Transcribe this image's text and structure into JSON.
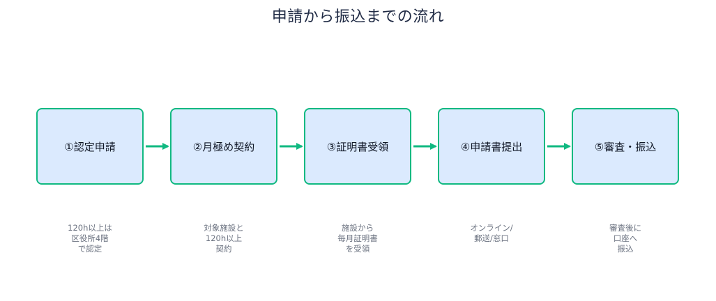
{
  "title": "申請から振込までの流れ",
  "steps": [
    {
      "label": "①認定申請",
      "note": "120h以上は\n区役所4階\nで認定"
    },
    {
      "label": "②月極め契約",
      "note": "対象施設と\n120h以上\n契約"
    },
    {
      "label": "③証明書受領",
      "note": "施設から\n毎月証明書\nを受領"
    },
    {
      "label": "④申請書提出",
      "note": "オンライン/\n郵送/窓口"
    },
    {
      "label": "⑤審査・振込",
      "note": "審査後に\n口座へ\n振込"
    }
  ],
  "colors": {
    "accent": "#10b981",
    "box_fill": "#dbeafe",
    "note_text": "#6b7280"
  }
}
